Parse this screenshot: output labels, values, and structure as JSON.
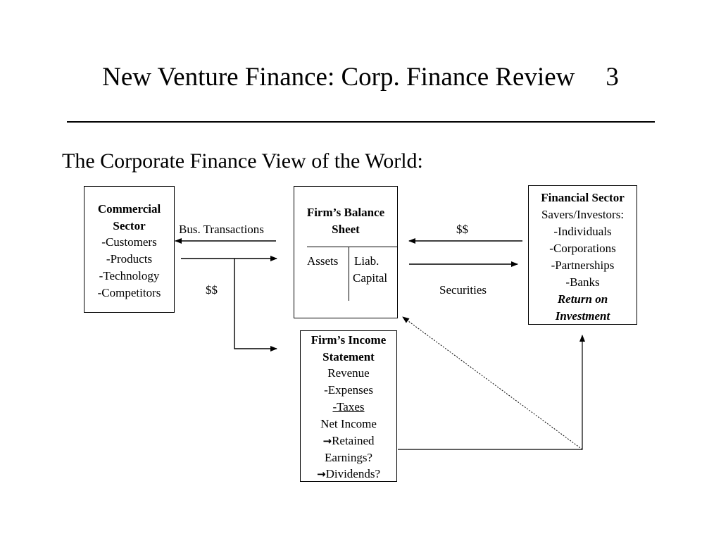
{
  "title": {
    "text": "New Venture Finance: Corp. Finance Review",
    "slide_number": "3"
  },
  "subtitle": "The Corporate Finance View of the World:",
  "commercial_sector": {
    "heading": [
      "Commercial",
      "Sector"
    ],
    "items": [
      "-Customers",
      "-Products",
      "-Technology",
      "-Competitors"
    ]
  },
  "balance_sheet": {
    "heading": [
      "Firm’s Balance",
      "Sheet"
    ],
    "assets": "Assets",
    "liab": "Liab.",
    "capital": "Capital"
  },
  "financial_sector": {
    "heading": "Financial Sector",
    "lines": [
      "Savers/Investors:",
      "-Individuals",
      "-Corporations",
      "-Partnerships",
      "-Banks"
    ],
    "emphasis": [
      "Return on",
      "Investment"
    ]
  },
  "income_statement": {
    "heading": [
      "Firm’s Income",
      "Statement"
    ],
    "lines": [
      "Revenue",
      "-Expenses",
      "-Taxes",
      "Net Income",
      "Retained",
      "Earnings?",
      "Dividends?"
    ]
  },
  "labels": {
    "bus_transactions": "Bus. Transactions",
    "dollars_left": "$$",
    "dollars_right": "$$",
    "securities": "Securities"
  },
  "arrow_glyph": "→"
}
